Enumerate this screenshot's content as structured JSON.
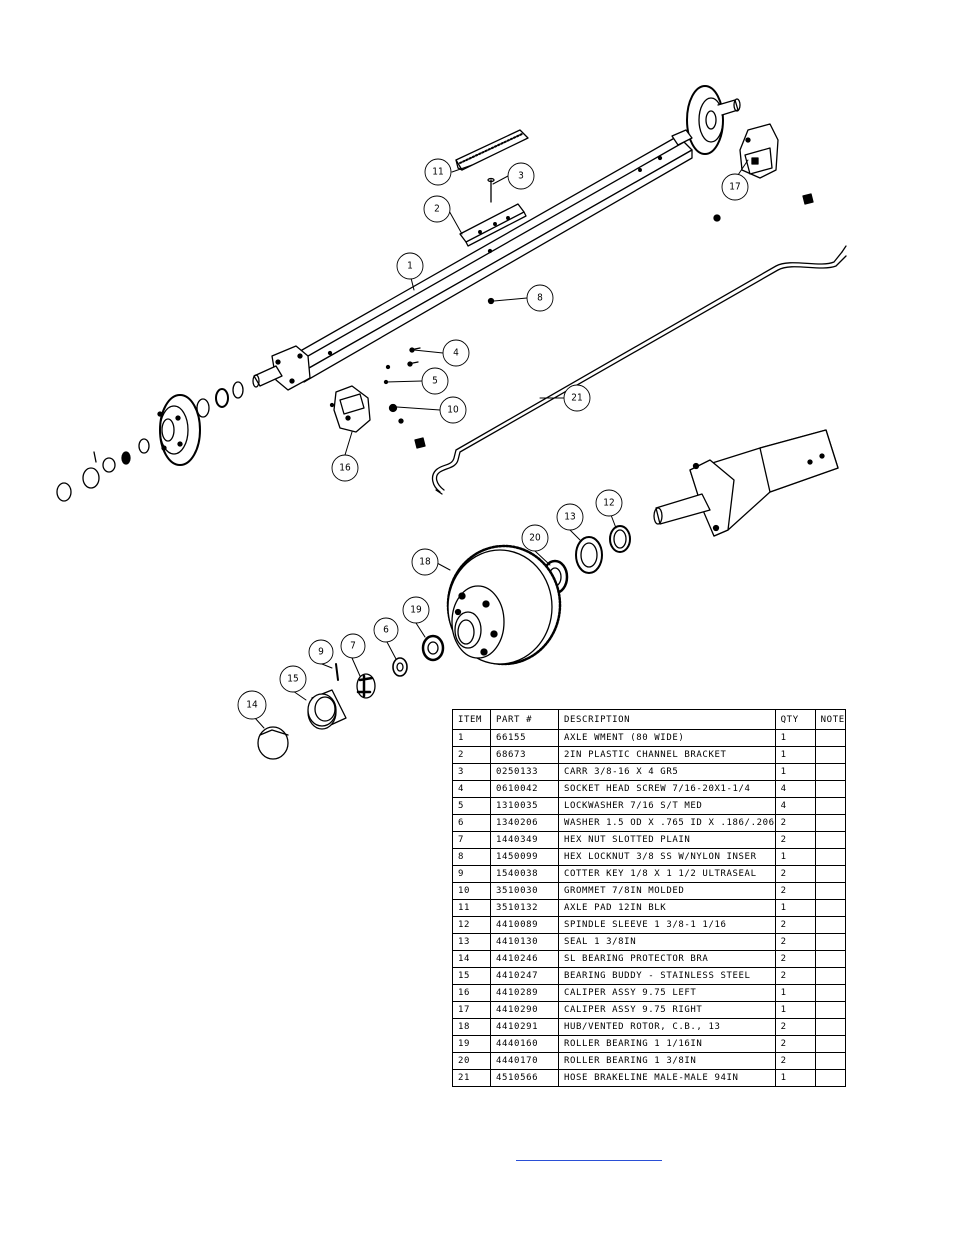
{
  "callouts": [
    "11",
    "3",
    "2",
    "1",
    "17",
    "8",
    "4",
    "5",
    "10",
    "16",
    "21",
    "18",
    "20",
    "13",
    "12",
    "19",
    "6",
    "7",
    "9",
    "15",
    "14"
  ],
  "bom": {
    "headers": {
      "item": "ITEM",
      "part": "PART #",
      "description": "DESCRIPTION",
      "qty": "QTY",
      "note": "NOTE"
    },
    "rows": [
      {
        "item": "1",
        "part": "66155",
        "description": "AXLE WMENT (80 WIDE)",
        "qty": "1",
        "note": ""
      },
      {
        "item": "2",
        "part": "68673",
        "description": "2IN PLASTIC CHANNEL BRACKET",
        "qty": "1",
        "note": ""
      },
      {
        "item": "3",
        "part": "0250133",
        "description": "CARR 3/8-16 X 4 GR5",
        "qty": "1",
        "note": ""
      },
      {
        "item": "4",
        "part": "0610042",
        "description": "SOCKET HEAD SCREW 7/16-20X1-1/4",
        "qty": "4",
        "note": ""
      },
      {
        "item": "5",
        "part": "1310035",
        "description": "LOCKWASHER 7/16 S/T MED",
        "qty": "4",
        "note": ""
      },
      {
        "item": "6",
        "part": "1340206",
        "description": "WASHER 1.5 OD X .765 ID X .186/.206",
        "qty": "2",
        "note": ""
      },
      {
        "item": "7",
        "part": "1440349",
        "description": "HEX NUT SLOTTED PLAIN",
        "qty": "2",
        "note": ""
      },
      {
        "item": "8",
        "part": "1450099",
        "description": "HEX LOCKNUT 3/8 SS W/NYLON INSER",
        "qty": "1",
        "note": ""
      },
      {
        "item": "9",
        "part": "1540038",
        "description": "COTTER KEY 1/8 X 1 1/2 ULTRASEAL",
        "qty": "2",
        "note": ""
      },
      {
        "item": "10",
        "part": "3510030",
        "description": "GROMMET  7/8IN MOLDED",
        "qty": "2",
        "note": ""
      },
      {
        "item": "11",
        "part": "3510132",
        "description": "AXLE PAD 12IN  BLK",
        "qty": "1",
        "note": ""
      },
      {
        "item": "12",
        "part": "4410089",
        "description": "SPINDLE SLEEVE  1 3/8-1 1/16",
        "qty": "2",
        "note": ""
      },
      {
        "item": "13",
        "part": "4410130",
        "description": "SEAL  1 3/8IN",
        "qty": "2",
        "note": ""
      },
      {
        "item": "14",
        "part": "4410246",
        "description": "SL BEARING PROTECTOR BRA",
        "qty": "2",
        "note": ""
      },
      {
        "item": "15",
        "part": "4410247",
        "description": "BEARING BUDDY - STAINLESS STEEL",
        "qty": "2",
        "note": ""
      },
      {
        "item": "16",
        "part": "4410289",
        "description": "CALIPER ASSY 9.75 LEFT",
        "qty": "1",
        "note": ""
      },
      {
        "item": "17",
        "part": "4410290",
        "description": "CALIPER ASSY 9.75 RIGHT",
        "qty": "1",
        "note": ""
      },
      {
        "item": "18",
        "part": "4410291",
        "description": "HUB/VENTED ROTOR, C.B.,  13",
        "qty": "2",
        "note": ""
      },
      {
        "item": "19",
        "part": "4440160",
        "description": "ROLLER BEARING   1 1/16IN",
        "qty": "2",
        "note": ""
      },
      {
        "item": "20",
        "part": "4440170",
        "description": "ROLLER BEARING   1 3/8IN",
        "qty": "2",
        "note": ""
      },
      {
        "item": "21",
        "part": "4510566",
        "description": "HOSE BRAKELINE MALE-MALE 94IN",
        "qty": "1",
        "note": ""
      }
    ]
  },
  "colors": {
    "line": "#000000",
    "background": "#ffffff",
    "link": "#2a4fd6"
  }
}
